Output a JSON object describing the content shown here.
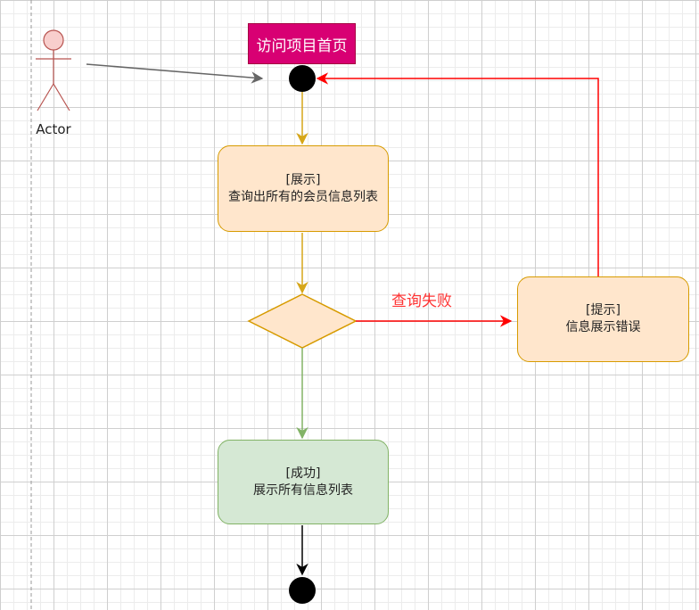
{
  "diagram": {
    "title": "访问项目首页",
    "actor_label": "Actor",
    "show_box": {
      "tag": "[展示]",
      "text": "查询出所有的会员信息列表"
    },
    "success_box": {
      "tag": "[成功]",
      "text": "展示所有信息列表"
    },
    "error_box": {
      "tag": "[提示]",
      "text": "信息展示错误"
    },
    "fail_label": "查询失败"
  },
  "colors": {
    "title_fill": "#d80073",
    "orange_fill": "#ffe6cc",
    "orange_stroke": "#d79b00",
    "green_fill": "#d5e8d4",
    "green_stroke": "#82b366",
    "red_edge": "#ff0000",
    "actor_fill": "#f8cecc",
    "actor_stroke": "#b85450"
  }
}
